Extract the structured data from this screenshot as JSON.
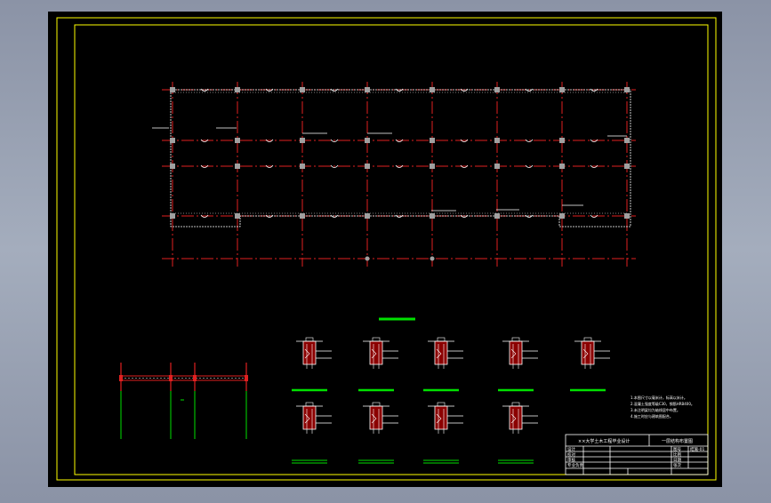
{
  "title_block": {
    "project_title": "××大学土木工程毕业设计",
    "drawing_title": "一层结构布置图",
    "rows": [
      {
        "label": "设计",
        "mid": "",
        "right_label": "图号",
        "right_value": "结施-01"
      },
      {
        "label": "校对",
        "mid": "",
        "right_label": "比例",
        "right_value": ""
      },
      {
        "label": "审核",
        "mid": "",
        "right_label": "日期",
        "right_value": ""
      },
      {
        "label": "专业负责",
        "mid": "",
        "right_label": "张次",
        "right_value": ""
      }
    ],
    "bottom_cells": [
      "",
      "",
      ""
    ]
  },
  "notes": {
    "lines": [
      "1.本图尺寸以毫米计，标高以米计。",
      "2.混凝土强度等级C30，钢筋HRB400。",
      "3.未注明梁均为轴线居中布置。",
      "4.施工时应与建筑图配合。"
    ]
  },
  "colors": {
    "drawing_background": "#000000",
    "frame": "#ffff00",
    "axis_line": "#e02020",
    "beam_edge": "#ffffff",
    "column": "#a0a0a0",
    "detail_label": "#00e000",
    "section_fill": "#8b0000"
  }
}
